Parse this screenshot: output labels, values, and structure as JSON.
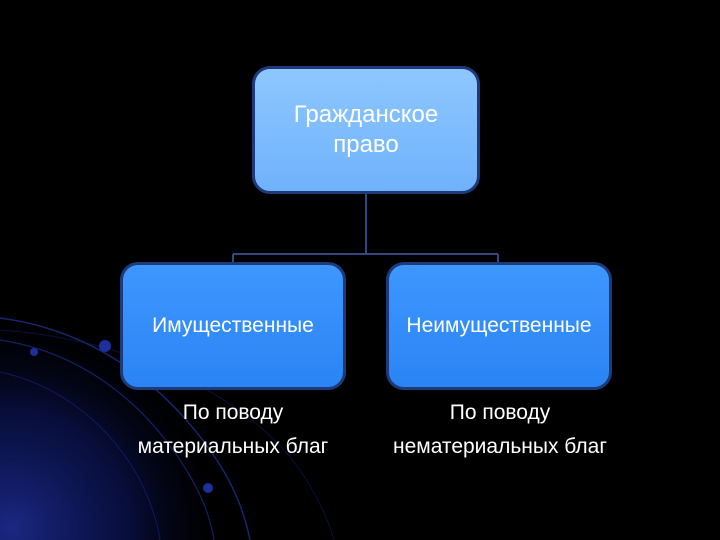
{
  "diagram": {
    "root": {
      "label": "Гражданское право"
    },
    "children": [
      {
        "label": "Имущественные",
        "caption": "По поводу материальных благ"
      },
      {
        "label": "Неимущественные",
        "caption": "По поводу нематериальных благ"
      }
    ]
  },
  "colors": {
    "background": "#000000",
    "root_fill": "#8ec7ff",
    "child_fill": "#3e97ff",
    "box_border": "#1e3a78",
    "connector": "#2e4a80",
    "text": "#ffffff",
    "decor_arc": "#1a2f8f",
    "decor_dot": "#1d2f9c"
  }
}
